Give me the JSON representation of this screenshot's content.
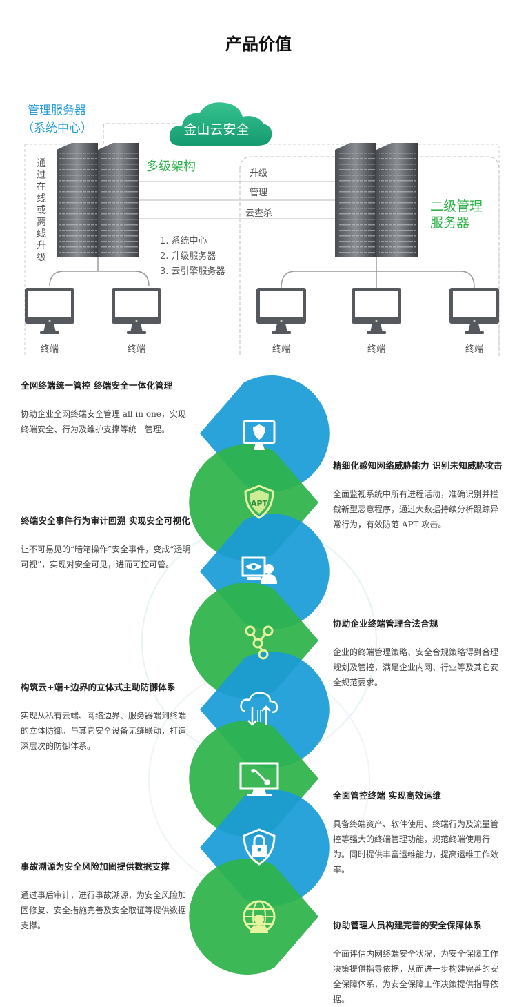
{
  "page": {
    "title": "产品价值"
  },
  "diagram": {
    "mgmt_server_line1": "管理服务器",
    "mgmt_server_line2": "（系统中心）",
    "cloud_label": "金山云安全",
    "upgrade_vertical": "通过在线或离线升级",
    "arch_label": "多级架构",
    "links": [
      "升级",
      "管理",
      "云查杀"
    ],
    "components": [
      "1.  系统中心",
      "2.  升级服务器",
      "3.  云引擎服务器"
    ],
    "secondary_line1": "二级管理",
    "secondary_line2": "服务器",
    "terminal_label": "终端",
    "colors": {
      "green": "#2db34a",
      "blue": "#1a9bd7",
      "cloud": "#1fae7d"
    }
  },
  "features": [
    {
      "title": "全网终端统一管控  终端安全一体化管理",
      "desc": "协助企业全网终端安全管理 all in one，实现终端安全、行为及维护支撑等统一管理。",
      "side": "left",
      "icon": "monitor-shield-icon"
    },
    {
      "title": "精细化感知网络威胁能力  识别未知威胁攻击",
      "desc": "全面监视系统中所有进程活动，准确识别并拦截新型恶意程序，通过大数据持续分析跟踪异常行为，有效防范 APT 攻击。",
      "side": "right",
      "icon": "apt-shield-icon",
      "icon_text": "APT"
    },
    {
      "title": "终端安全事件行为审计回溯  实现安全可视化",
      "desc": "让不可易见的“暗箱操作”安全事件，变成“透明可视”，实现对安全可见，进而可控可管。",
      "side": "left",
      "icon": "eye-user-icon"
    },
    {
      "title": "协助企业终端管理合法合规",
      "desc": "企业的终端管理策略、安全合规策略得到合理规划及管控，满足企业内网、行业等及其它安全规范要求。",
      "side": "right",
      "icon": "network-nodes-icon"
    },
    {
      "title": "构筑云+端+边界的立体式主动防御体系",
      "desc": "实现从私有云端、网络边界、服务器端到终端的立体防御。与其它安全设备无缝联动，打造深层次的防御体系。",
      "side": "left",
      "icon": "cloud-sync-icon"
    },
    {
      "title": "全面管控终端  实现高效运维",
      "desc": "具备终端资产、软件使用、终端行为及流量管控等强大的终端管理功能，规范终端使用行为。同时提供丰富运维能力，提高运维工作效率。",
      "side": "right",
      "icon": "wrench-monitor-icon"
    },
    {
      "title": "事故溯源为安全风险加固提供数据支撑",
      "desc": "通过事后审计，进行事故溯源，为安全风险加固修复、安全措施完善及安全取证等提供数据支撑。",
      "side": "left",
      "icon": "lock-shield-icon"
    },
    {
      "title": "协助管理人员构建完善的安全保障体系",
      "desc": "全面评估内网终端安全状况，为安全保障工作决策提供指导依据，从而进一步构建完善的安全保障体系，为安全保障工作决策提供指导依据。",
      "side": "right",
      "icon": "globe-user-icon"
    }
  ]
}
